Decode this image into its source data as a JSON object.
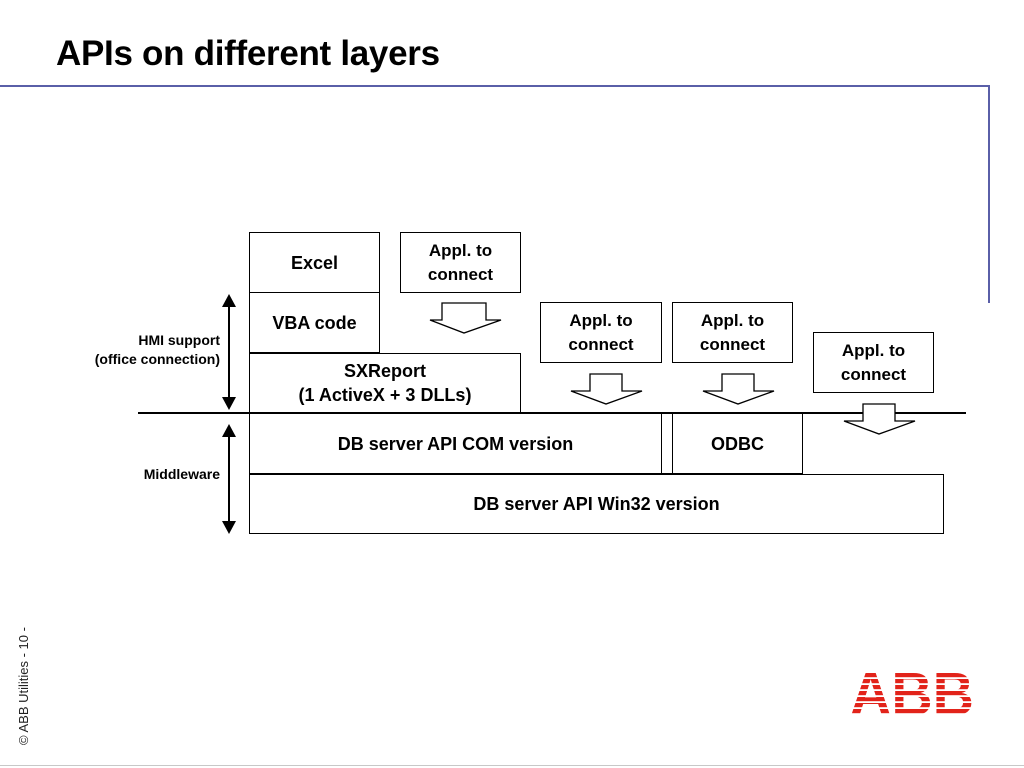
{
  "slide": {
    "title": "APIs on different layers",
    "footer": "© ABB Utilities  - 10 -",
    "logo_text": "ABB",
    "accent_color": "#5a5fa8",
    "logo_color": "#e2231a"
  },
  "diagram": {
    "boxes": {
      "excel": "Excel",
      "vba": "VBA code",
      "sxreport_line1": "SXReport",
      "sxreport_line2": "(1 ActiveX + 3 DLLs)",
      "db_com": "DB server API COM version",
      "odbc": "ODBC",
      "db_win32": "DB server API Win32 version"
    },
    "appl_boxes": [
      {
        "line1": "Appl. to",
        "line2": "connect"
      },
      {
        "line1": "Appl. to",
        "line2": "connect"
      },
      {
        "line1": "Appl. to",
        "line2": "connect"
      },
      {
        "line1": "Appl. to",
        "line2": "connect"
      }
    ],
    "labels": {
      "hmi_line1": "HMI support",
      "hmi_line2": "(office connection)",
      "middleware": "Middleware"
    }
  }
}
